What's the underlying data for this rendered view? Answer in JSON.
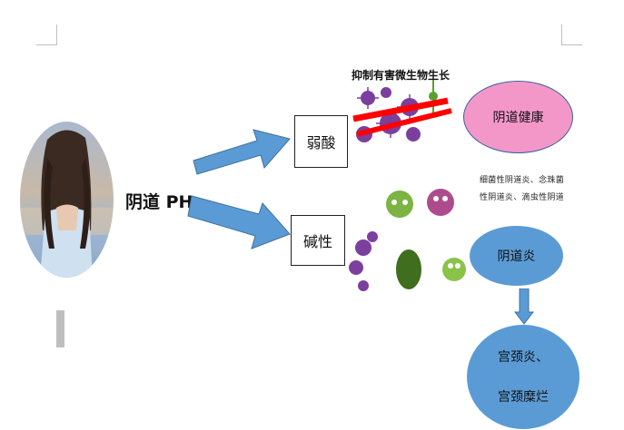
{
  "page": {
    "main_label": "阴道 PH",
    "acid_label": "弱酸",
    "base_label": "碱性",
    "top_caption": "抑制有害微生物生长",
    "health_label": "阴道健康",
    "infection_caption_line1": "细菌性阴道炎、念珠菌",
    "infection_caption_line2": "性阴道炎、滴虫性阴道",
    "vaginitis_label": "阴道炎",
    "cervix_line1": "宫颈炎、",
    "cervix_line2": "宫颈糜烂"
  },
  "colors": {
    "arrow_blue": "#5b9bd5",
    "health_pink": "#f397c9",
    "cross_red": "#ff0000",
    "virus_purple": "#7b3f9e",
    "virus_green": "#5aa02c"
  }
}
